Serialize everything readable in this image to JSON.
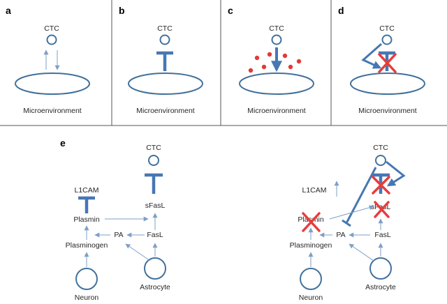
{
  "panels": {
    "a": {
      "letter": "a",
      "top": "CTC",
      "bottom": "Microenvironment"
    },
    "b": {
      "letter": "b",
      "top": "CTC",
      "bottom": "Microenvironment"
    },
    "c": {
      "letter": "c",
      "top": "CTC",
      "bottom": "Microenvironment"
    },
    "d": {
      "letter": "d",
      "top": "CTC",
      "bottom": "Microenvironment"
    }
  },
  "panel_e": {
    "letter": "e",
    "left": {
      "ctc": "CTC",
      "l1cam": "L1CAM",
      "plasmin": "Plasmin",
      "pa": "PA",
      "plasminogen": "Plasminogen",
      "neuron": "Neuron",
      "sfasl": "sFasL",
      "fasl": "FasL",
      "astrocyte": "Astrocyte"
    },
    "right": {
      "ctc": "CTC",
      "l1cam": "L1CAM",
      "plasmin": "Plasmin",
      "pa": "PA",
      "plasminogen": "Plasminogen",
      "neuron": "Neuron",
      "sfasl": "sFasL",
      "fasl": "FasL",
      "astrocyte": "Astrocyte"
    }
  },
  "colors": {
    "outline": "#41719c",
    "inhibitor": "#4677b3",
    "thin_arrow": "#7e9fc6",
    "red_dots": "#e23a3a",
    "x_mark": "#e83c3c",
    "divider": "#555555"
  }
}
